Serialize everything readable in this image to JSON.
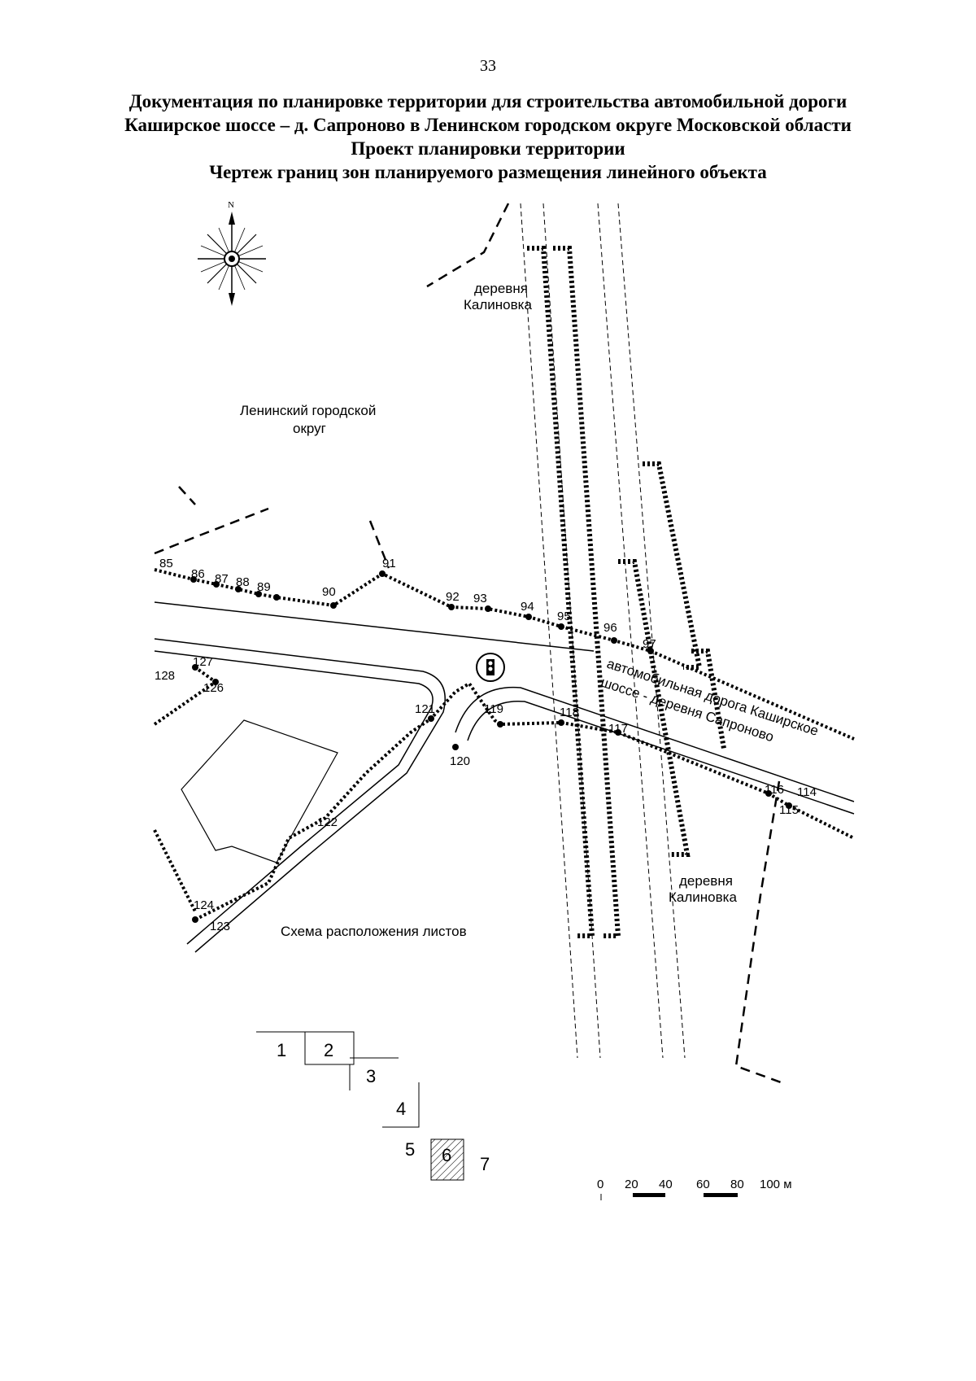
{
  "page_number": "33",
  "title": {
    "line1": "Документация по планировке территории для строительства автомобильной дороги",
    "line2": "Каширское шоссе – д. Сапроново в Ленинском городском округе Московской области",
    "line3": "Проект планировки территории",
    "line4": "Чертеж границ зон планируемого размещения линейного объекта"
  },
  "compass": {
    "north_label": "N"
  },
  "map_labels": {
    "village_north_1": "деревня",
    "village_north_2": "Калиновка",
    "district_1": "Ленинский городской",
    "district_2": "округ",
    "road_1": "автомобильная дорога Каширское",
    "road_2": "шоссе - деревня Сапроново",
    "village_south_1": "деревня",
    "village_south_2": "Калиновка",
    "sheet_scheme": "Схема расположения листов"
  },
  "points": [
    "85",
    "86",
    "87",
    "88",
    "89",
    "90",
    "91",
    "92",
    "93",
    "94",
    "95",
    "96",
    "97",
    "114",
    "115",
    "116",
    "117",
    "118",
    "119",
    "120",
    "121",
    "122",
    "123",
    "124",
    "126",
    "127",
    "128"
  ],
  "sheets": [
    "1",
    "2",
    "3",
    "4",
    "5",
    "6",
    "7"
  ],
  "highlighted_sheet": "6",
  "scale_bar": {
    "ticks": [
      "0",
      "20",
      "40",
      "60",
      "80",
      "100 м"
    ]
  },
  "colors": {
    "line": "#000000",
    "background": "#ffffff"
  }
}
